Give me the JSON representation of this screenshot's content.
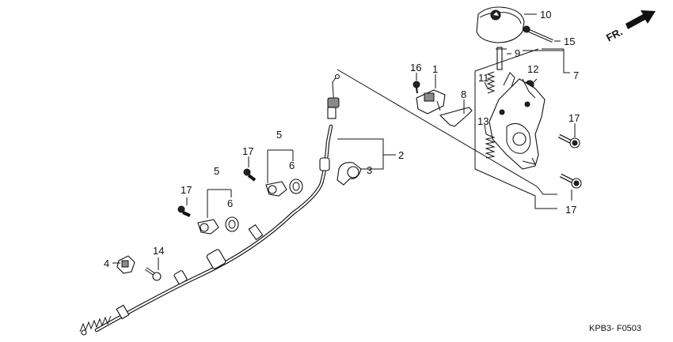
{
  "diagram": {
    "direction_label": "FR.",
    "figure_code": "KPB3- F0503",
    "callouts": [
      "1",
      "2",
      "3",
      "4",
      "5",
      "5",
      "6",
      "6",
      "7",
      "8",
      "9",
      "10",
      "11",
      "12",
      "13",
      "14",
      "15",
      "16",
      "17",
      "17",
      "17",
      "17"
    ]
  }
}
